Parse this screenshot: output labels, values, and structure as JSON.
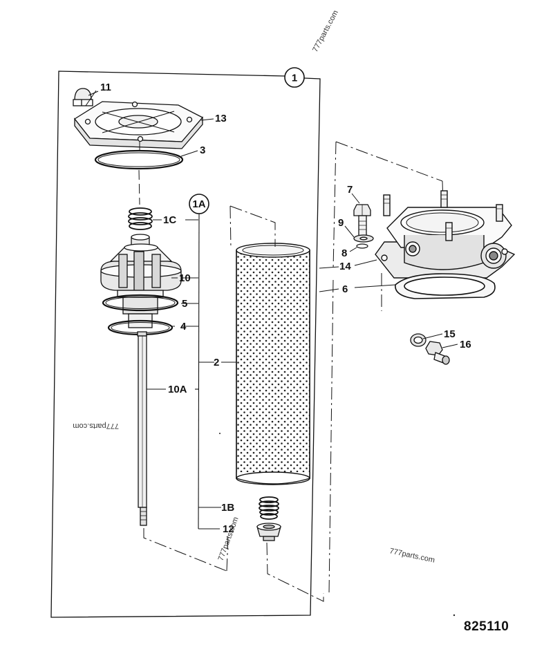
{
  "diagram": {
    "labels": {
      "assembly": "1",
      "sub_assembly": "1A",
      "p11": "11",
      "p13": "13",
      "p3": "3",
      "p1C": "1C",
      "p10": "10",
      "p5": "5",
      "p4": "4",
      "p2": "2",
      "p10A": "10A",
      "p1B": "1B",
      "p12": "12",
      "p7": "7",
      "p9": "9",
      "p8": "8",
      "p14": "14",
      "p6": "6",
      "p15": "15",
      "p16": "16"
    },
    "watermarks": {
      "top": "777parts.com",
      "left": "777parts.com",
      "bottom_center": "777parts.com",
      "bottom_right": "777parts.com"
    },
    "drawing_number": "825110"
  }
}
